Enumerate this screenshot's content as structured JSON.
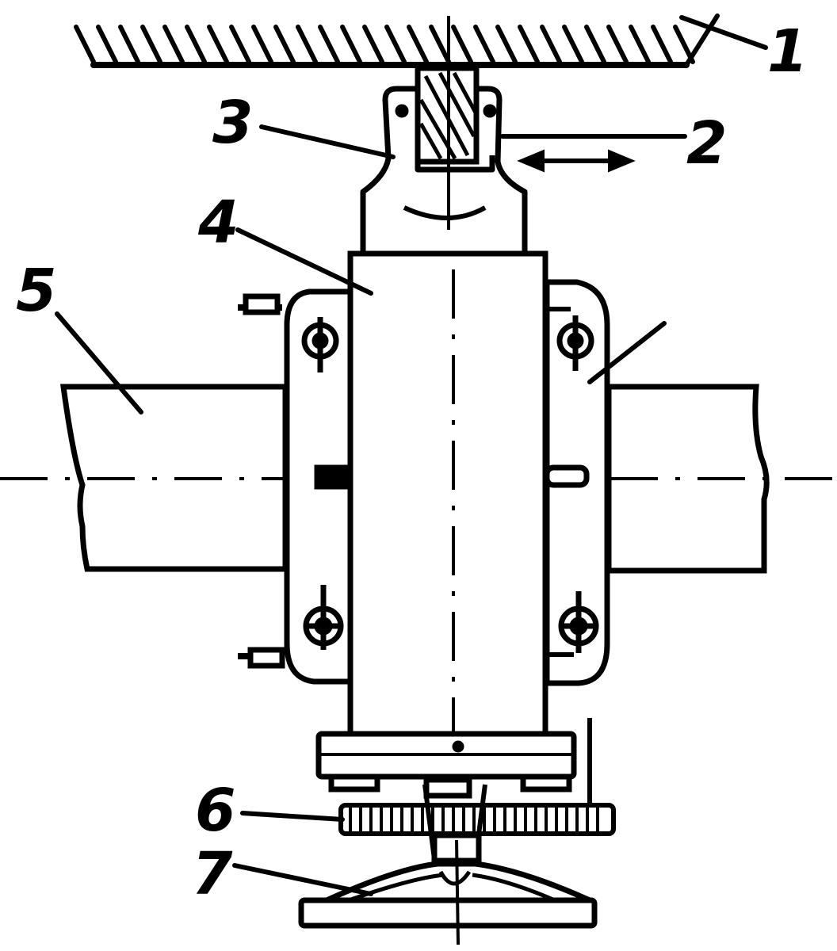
{
  "figure": {
    "labels": {
      "n1": "1",
      "n2": "2",
      "n3": "3",
      "n4": "4",
      "n5": "5",
      "n6": "6",
      "n7": "7"
    }
  },
  "colors": {
    "ink": "#000000",
    "paper": "#ffffff"
  }
}
